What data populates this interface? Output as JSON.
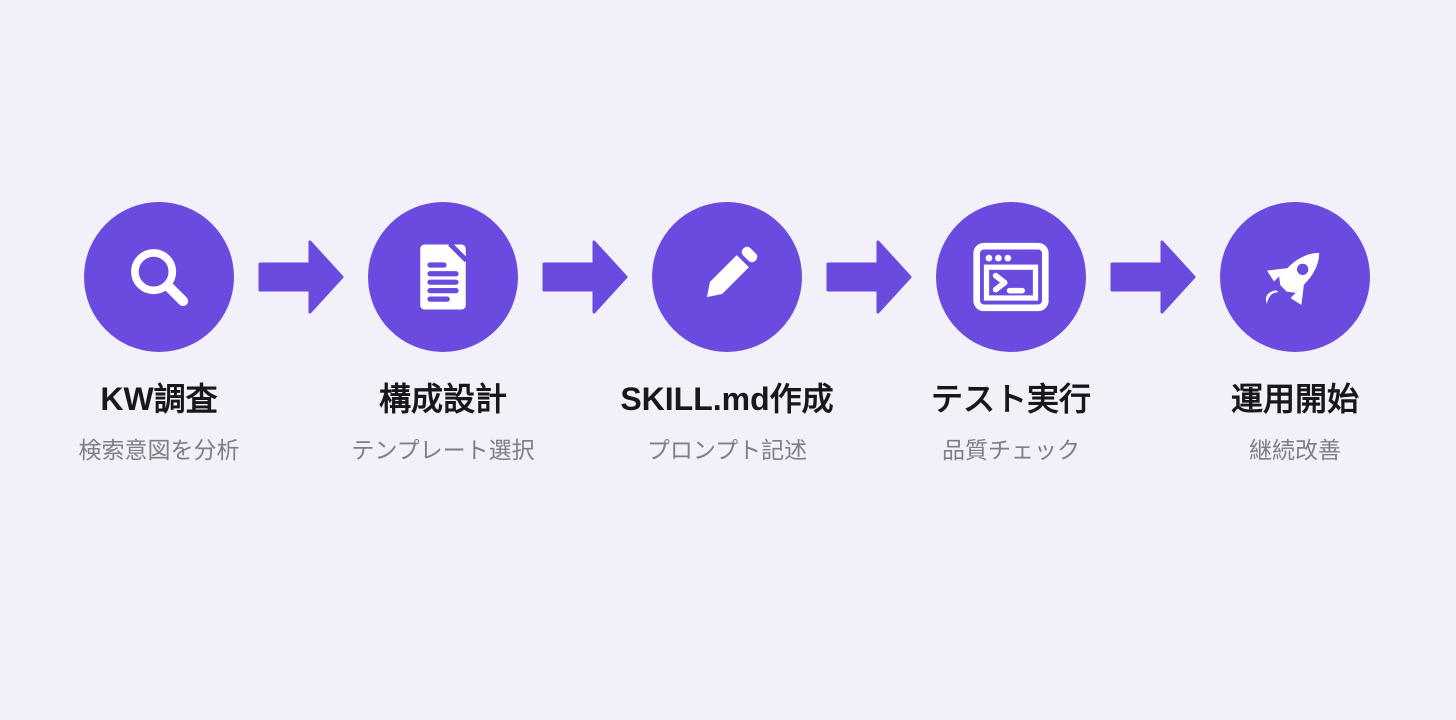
{
  "page": {
    "type": "process-flow-diagram",
    "background_color": "#F2F0F8",
    "accent_color": "#6B4AE0",
    "title_color": "#17171C",
    "subtitle_color": "#7E7E86",
    "icon_color": "#FFFFFF"
  },
  "steps": [
    {
      "title": "KW調査",
      "subtitle": "検索意図を分析",
      "icon": "search-icon"
    },
    {
      "title": "構成設計",
      "subtitle": "テンプレート選択",
      "icon": "document-icon"
    },
    {
      "title": "SKILL.md作成",
      "subtitle": "プロンプト記述",
      "icon": "pencil-icon"
    },
    {
      "title": "テスト実行",
      "subtitle": "品質チェック",
      "icon": "terminal-icon"
    },
    {
      "title": "運用開始",
      "subtitle": "継続改善",
      "icon": "rocket-icon"
    }
  ],
  "connector": {
    "icon": "arrow-right-icon",
    "count": 4
  }
}
